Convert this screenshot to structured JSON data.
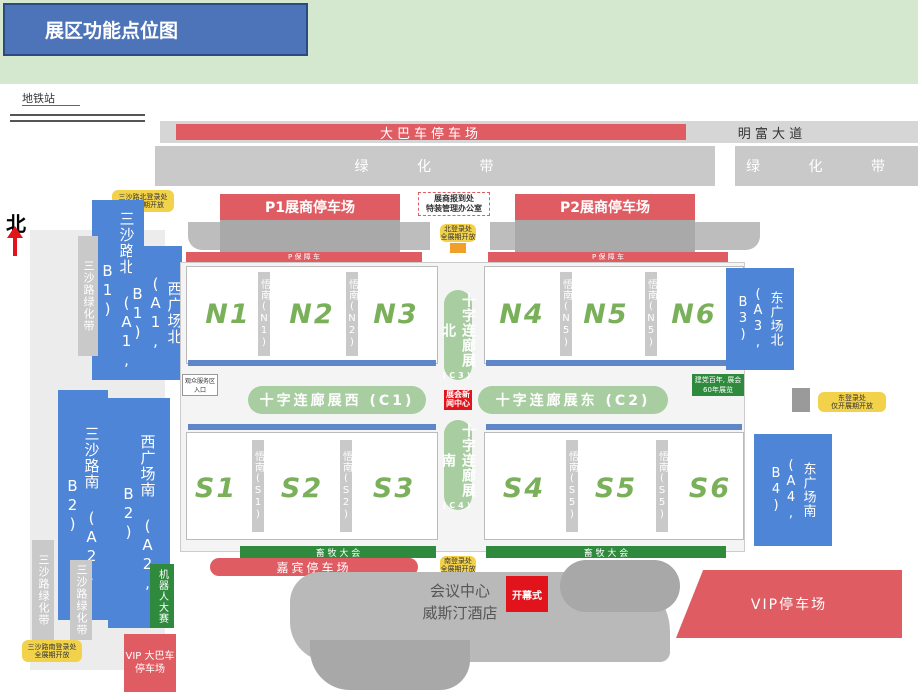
{
  "title": "展区功能点位图",
  "metro": "地铁站",
  "north": "北",
  "roads": {
    "big_bus_parking": "大巴车停车场",
    "mingfu_road": "明  富  大  道",
    "greenbelt": "绿  化  带",
    "greenbelt_right": "绿  化  带",
    "p_guarantee_1": "P 保 障 车",
    "p_guarantee_2": "P 保 障 车",
    "sansha_north": "三沙路北 (A1, B1)",
    "sansha_south": "三沙路南 (A2, B2)",
    "sansha_green_1": "三沙路绿化带",
    "sansha_green_2": "三沙路绿化带",
    "sansha_green_3": "三沙路绿化带",
    "west_plaza_north": "西广场北 (A1, B1)",
    "west_plaza_south": "西广场南 (A2, B2)",
    "east_plaza_north": "东广场北 (A3, B3)",
    "east_plaza_south": "东广场南 (A4, B4)"
  },
  "parking": {
    "p1": "P1展商停车场",
    "p2": "P2展商停车场",
    "guest": "嘉宾停车场",
    "vip": "VIP停车场",
    "vip_bus": "VIP 大巴车 停车场"
  },
  "offices": {
    "exhibitor_checkin": "展商报到处",
    "special_equipment": "特装管理办公室",
    "north_reg": "北登录处",
    "north_reg_sub": "全展期开放",
    "south_reg": "南登录处",
    "south_reg_sub": "全展期开放",
    "east_reg": "东登录处",
    "east_reg_sub": "仅开展期开放",
    "sansha_north_reg": "三沙路北登录处",
    "sansha_north_reg_sub": "仅开展期开放",
    "sansha_south_reg": "三沙路南登录处",
    "sansha_south_reg_sub": "全展期开放",
    "robot": "机器人大赛",
    "husbandry_1": "畜 牧 大 会",
    "husbandry_2": "畜 牧 大 会",
    "jianshe": "建党百年, 展会60年展览",
    "newscenter": "展会新闻中心",
    "visitor_service": "观众服务区入口"
  },
  "halls": {
    "n1": "N1",
    "n2": "N2",
    "n3": "N3",
    "n4": "N4",
    "n5": "N5",
    "n6": "N6",
    "s1": "S1",
    "s2": "S2",
    "s3": "S3",
    "s4": "S4",
    "s5": "S5",
    "s6": "S6",
    "pass_n1": "悟南(N1)",
    "pass_n2": "悟南(N2)",
    "pass_n5": "悟南(N5)",
    "pass_n5b": "悟南(N5)",
    "pass_s1": "悟南(S1)",
    "pass_s2": "悟南(S2)",
    "pass_s5": "悟南(S5)",
    "pass_s6": "悟南(S5)"
  },
  "corridors": {
    "west": "十字连廊展西 (C1)",
    "east": "十字连廊展东 (C2)",
    "north": "十字连廊展北",
    "north_code": "(C3)",
    "south": "十字连廊展南",
    "south_code": "(C4)"
  },
  "venue": {
    "conference": "会议中心",
    "hotel": "威斯汀酒店",
    "opening": "开幕式"
  }
}
